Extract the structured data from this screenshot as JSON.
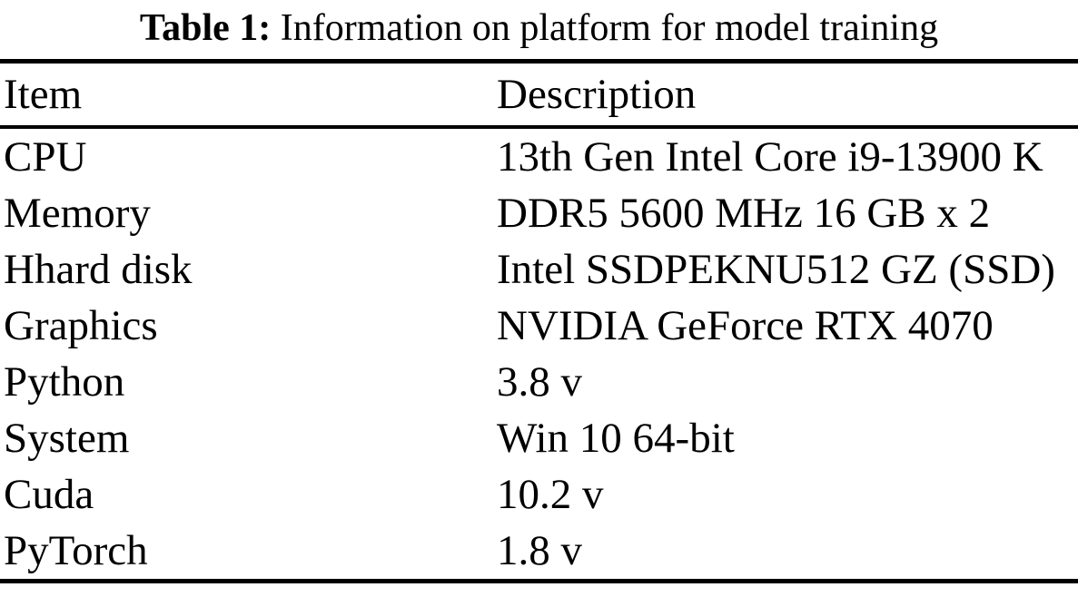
{
  "caption": {
    "label": "Table 1:",
    "text": " Information on platform for model training"
  },
  "table": {
    "headers": {
      "item": "Item",
      "description": "Description"
    },
    "rows": [
      {
        "item": "CPU",
        "description": "13th Gen Intel Core i9-13900 K"
      },
      {
        "item": "Memory",
        "description": "DDR5 5600 MHz 16 GB x 2"
      },
      {
        "item": "Hhard disk",
        "description": "Intel SSDPEKNU512 GZ (SSD)"
      },
      {
        "item": "Graphics",
        "description": "NVIDIA GeForce RTX 4070"
      },
      {
        "item": "Python",
        "description": "3.8 v"
      },
      {
        "item": "System",
        "description": "Win 10 64-bit"
      },
      {
        "item": "Cuda",
        "description": "10.2 v"
      },
      {
        "item": "PyTorch",
        "description": "1.8 v"
      }
    ]
  },
  "colors": {
    "text": "#000000",
    "background": "#ffffff",
    "rule": "#000000"
  }
}
